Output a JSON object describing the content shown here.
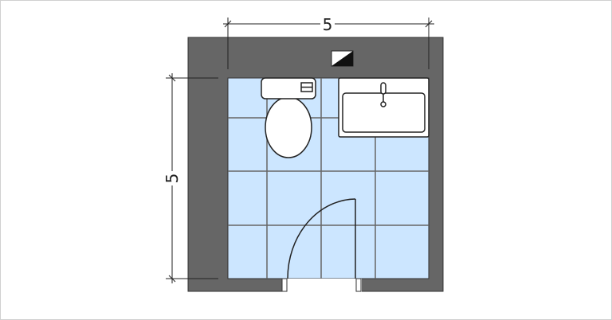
{
  "plan": {
    "dimension_top": "5",
    "dimension_left": "5",
    "colors": {
      "wall": "#666666",
      "floor": "#cce6ff",
      "grid": "#666666",
      "fixture": "#ffffff",
      "line": "#222222"
    },
    "fixtures": [
      "toilet",
      "sink",
      "light-switch",
      "door"
    ]
  }
}
